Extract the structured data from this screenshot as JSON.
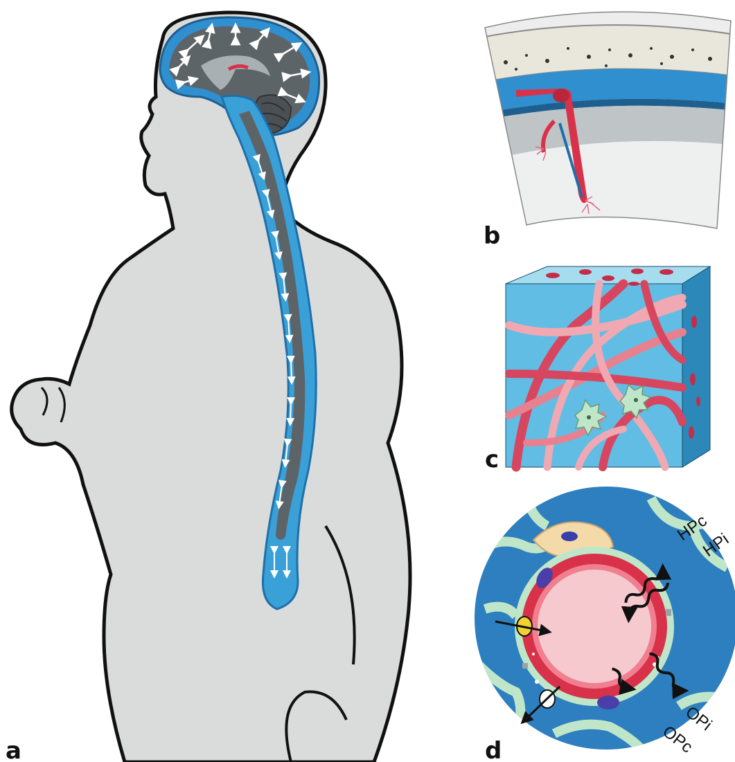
{
  "panels": {
    "a": {
      "label": "a"
    },
    "b": {
      "label": "b"
    },
    "c": {
      "label": "c"
    },
    "d": {
      "label": "d"
    }
  },
  "pressure_labels": {
    "hpc": "HPc",
    "hpi": "HPi",
    "opi": "OPi",
    "opc": "OPc"
  },
  "colors": {
    "skin": "#d9dcdb",
    "outline": "#111111",
    "csf_blue": "#3aa0d8",
    "tissue_dark": "#5d6468",
    "vessel_red": "#d8324a",
    "vessel_pink": "#f0a9b3",
    "glia_green": "#bfe6c9",
    "cube_blue": "#61bde3"
  },
  "icons": [
    "brain-icon",
    "spinal-cord-icon",
    "artery-icon",
    "capillary-icon",
    "wave-arrow-icon",
    "channel-icon"
  ]
}
